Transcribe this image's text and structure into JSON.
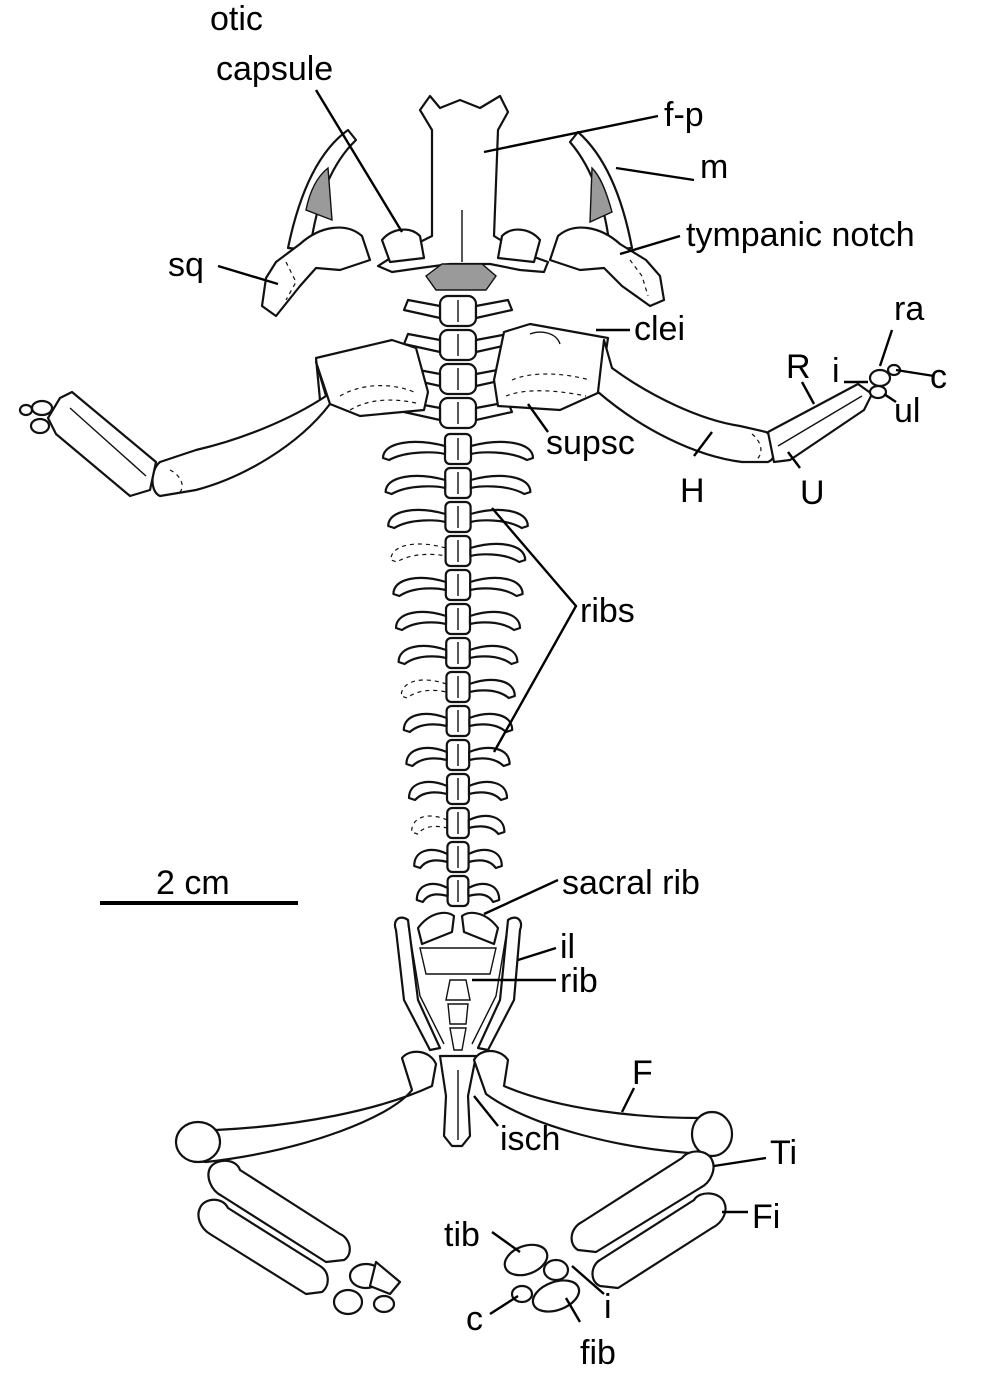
{
  "labels": {
    "otic_capsule": "otic\ncapsule",
    "otic_line1": "otic",
    "otic_line2": "capsule",
    "f_p": "f-p",
    "m": "m",
    "tympanic_notch": "tympanic notch",
    "sq": "sq",
    "clei": "clei",
    "ra": "ra",
    "i_fore": "i",
    "c_fore": "c",
    "R": "R",
    "ul": "ul",
    "supsc": "supsc",
    "H": "H",
    "U": "U",
    "ribs": "ribs",
    "scale_bar": "2 cm",
    "sacral_rib": "sacral rib",
    "il": "il",
    "rib": "rib",
    "F": "F",
    "isch": "isch",
    "Ti": "Ti",
    "Fi": "Fi",
    "tib": "tib",
    "i_hind": "i",
    "c_hind": "c",
    "fib": "fib"
  },
  "colors": {
    "ink": "#000000",
    "bone_fill": "#ffffff",
    "stipple": "#9a9a9a"
  }
}
